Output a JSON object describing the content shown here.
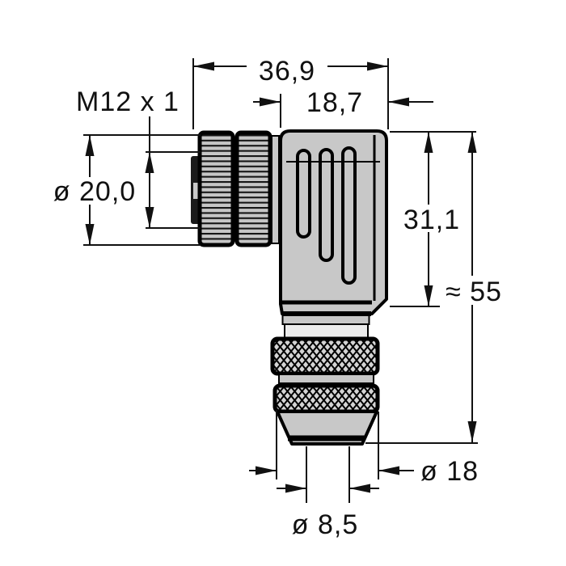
{
  "drawing": {
    "type": "technical-dimension-drawing",
    "subject": "M12 x 1 right-angle female connector, side view with dimensions (mm)",
    "colors": {
      "background": "#ffffff",
      "outline": "#111111",
      "body_fill": "#c8c8c8",
      "light_fill": "#ececec",
      "knurl_fill": "#d4d4d4",
      "stripe_dark": "#151515",
      "mating_face_fill": "#1a1a1a"
    },
    "dimensions": {
      "total_width": {
        "label": "36,9"
      },
      "body_width": {
        "label": "18,7"
      },
      "thread": {
        "label": "M12 x 1"
      },
      "coupling_nut_diameter": {
        "label": "ø 20,0"
      },
      "body_height": {
        "label": "31,1"
      },
      "total_height": {
        "label": "≈ 55"
      },
      "gland_diameter": {
        "label": "ø 18"
      },
      "cable_outlet_diameter": {
        "label": "ø 8,5"
      }
    }
  }
}
